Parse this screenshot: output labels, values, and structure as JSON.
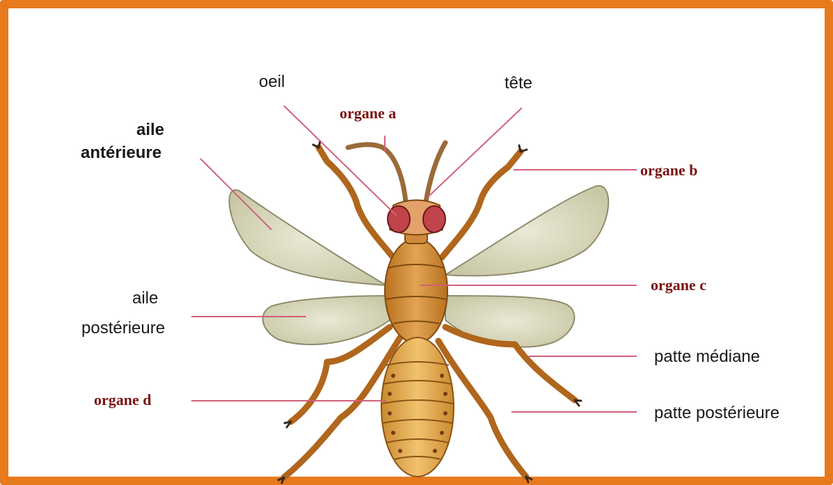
{
  "labels": {
    "oeil": "oeil",
    "tete": "tête",
    "aile_anterieure_1": "aile",
    "aile_anterieure_2": "antérieure",
    "aile_posterieure_1": "aile",
    "aile_posterieure_2": "postérieure",
    "patte_mediane": "patte médiane",
    "patte_posterieure": "patte postérieure"
  },
  "organs": {
    "a": "organe a",
    "b": "organe b",
    "c": "organe c",
    "d": "organe d"
  },
  "colors": {
    "frame": "#e87a1e",
    "pointer_line": "#d0607a",
    "organ_text": "#7a1414",
    "body": "#d9963f",
    "wing": "#dcdcc4",
    "eye": "#c0444a"
  }
}
